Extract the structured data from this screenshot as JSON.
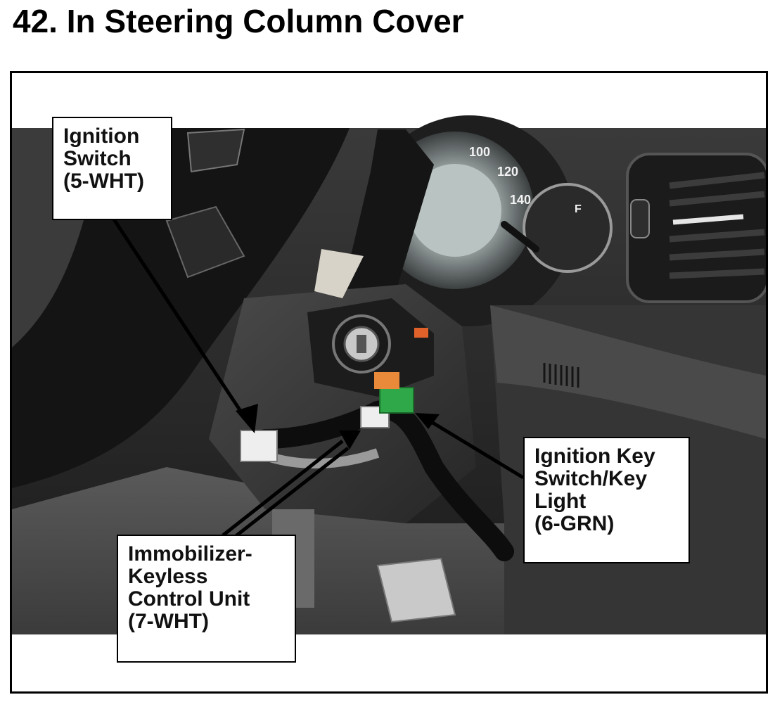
{
  "page": {
    "title": "42.  In Steering Column Cover"
  },
  "callouts": {
    "ignition_switch": [
      "Ignition",
      "Switch",
      "(5-WHT)"
    ],
    "ignition_key_switch": [
      "Ignition Key",
      "Switch/Key",
      "Light",
      "(6-GRN)"
    ],
    "immobilizer": [
      "Immobilizer-",
      "Keyless",
      "Control Unit",
      "(7-WHT)"
    ]
  },
  "photo": {
    "gauge_labels": [
      "100",
      "120",
      "140",
      "F"
    ]
  },
  "colors": {
    "connector_green": "#2fa84a",
    "connector_orange": "#e98a3a",
    "connector_white": "#eeeeee",
    "dash_dark": "#2b2b2b"
  }
}
